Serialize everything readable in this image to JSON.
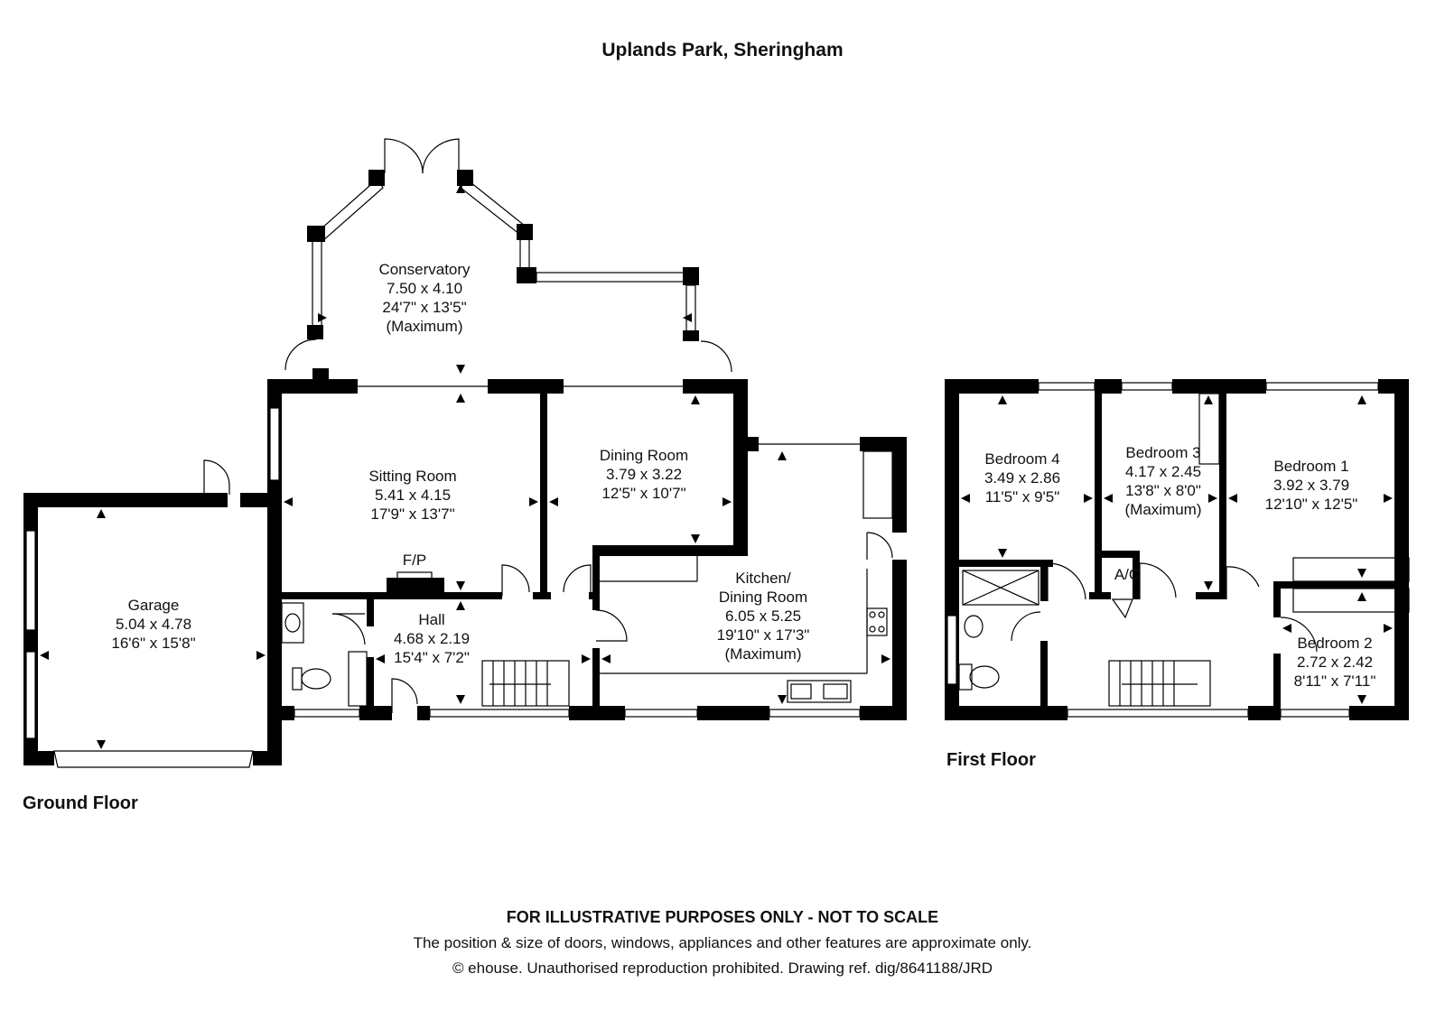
{
  "title": "Uplands Park, Sheringham",
  "floors": {
    "ground": "Ground Floor",
    "first": "First Floor"
  },
  "rooms": {
    "conservatory": [
      "Conservatory",
      "7.50 x 4.10",
      "24'7\" x 13'5\"",
      "(Maximum)"
    ],
    "sitting": [
      "Sitting Room",
      "5.41 x 4.15",
      "17'9\" x 13'7\""
    ],
    "dining": [
      "Dining Room",
      "3.79 x 3.22",
      "12'5\" x 10'7\""
    ],
    "kitchen": [
      "Kitchen/",
      "Dining Room",
      "6.05 x 5.25",
      "19'10\" x 17'3\"",
      "(Maximum)"
    ],
    "hall": [
      "Hall",
      "4.68 x 2.19",
      "15'4\" x 7'2\""
    ],
    "garage": [
      "Garage",
      "5.04 x 4.78",
      "16'6\" x 15'8\""
    ],
    "bedroom4": [
      "Bedroom 4",
      "3.49 x 2.86",
      "11'5\" x 9'5\""
    ],
    "bedroom3": [
      "Bedroom 3",
      "4.17 x 2.45",
      "13'8\" x 8'0\"",
      "(Maximum)"
    ],
    "bedroom1": [
      "Bedroom 1",
      "3.92 x 3.79",
      "12'10\" x 12'5\""
    ],
    "bedroom2": [
      "Bedroom 2",
      "2.72 x 2.42",
      "8'11\" x 7'11\""
    ]
  },
  "fixtures": {
    "fireplace": "F/P",
    "airing_cupboard": "A/C"
  },
  "footer": {
    "disclaimer": "FOR ILLUSTRATIVE PURPOSES ONLY - NOT TO SCALE",
    "note": "The position & size of doors, windows, appliances and other features are approximate only.",
    "copyright": "© ehouse. Unauthorised reproduction prohibited. Drawing ref. dig/8641188/JRD"
  }
}
